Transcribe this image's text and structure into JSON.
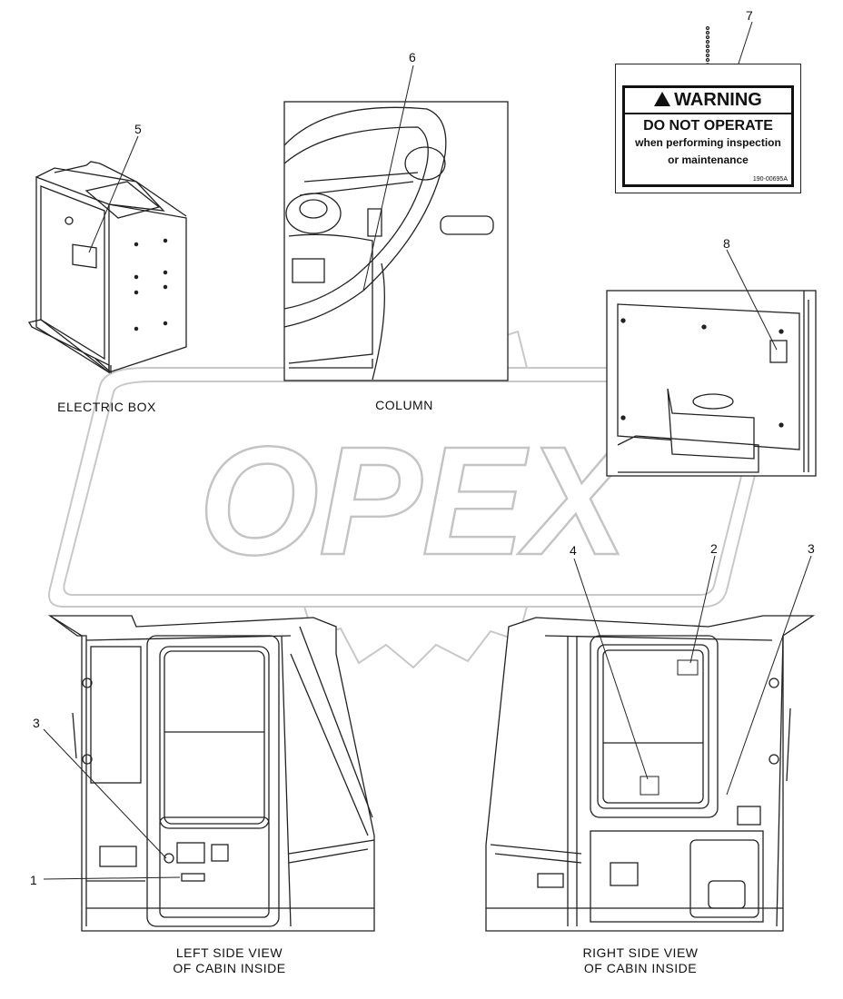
{
  "views": {
    "electric_box": "ELECTRIC BOX",
    "column": "COLUMN",
    "left_side_1": "LEFT SIDE VIEW",
    "left_side_2": "OF CABIN INSIDE",
    "right_side_1": "RIGHT SIDE VIEW",
    "right_side_2": "OF CABIN INSIDE"
  },
  "callouts": {
    "c1": "1",
    "c2": "2",
    "c3_left": "3",
    "c3_right": "3",
    "c4": "4",
    "c5": "5",
    "c6": "6",
    "c7": "7",
    "c8": "8"
  },
  "decal": {
    "heading": "WARNING",
    "line1": "DO NOT OPERATE",
    "line2": "when performing inspection",
    "line3": "or maintenance",
    "code": "190-00695A"
  },
  "watermark": "OPEX"
}
